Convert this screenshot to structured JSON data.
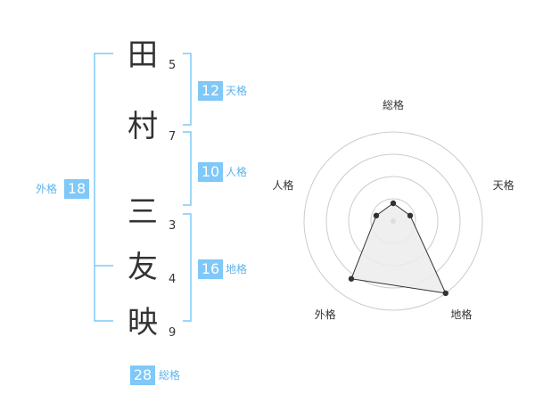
{
  "name": {
    "characters": [
      "田",
      "村",
      "三",
      "友",
      "映"
    ],
    "strokes": [
      "5",
      "7",
      "3",
      "4",
      "9"
    ]
  },
  "kaku": {
    "tenkaku": {
      "label": "天格",
      "value": "12"
    },
    "jinkaku": {
      "label": "人格",
      "value": "10"
    },
    "chikaku": {
      "label": "地格",
      "value": "16"
    },
    "gaikaku": {
      "label": "外格",
      "value": "18"
    },
    "soukaku": {
      "label": "総格",
      "value": "28"
    }
  },
  "radar": {
    "axes": [
      "総格",
      "天格",
      "地格",
      "外格",
      "人格"
    ],
    "values": [
      1,
      1,
      5,
      4,
      1
    ],
    "max": 5,
    "rings": 4
  },
  "colors": {
    "accent": "#7fc8f8",
    "accent_text": "#5fb3ea",
    "ring": "#cccccc",
    "fill": "#ececec",
    "line": "#333333"
  }
}
